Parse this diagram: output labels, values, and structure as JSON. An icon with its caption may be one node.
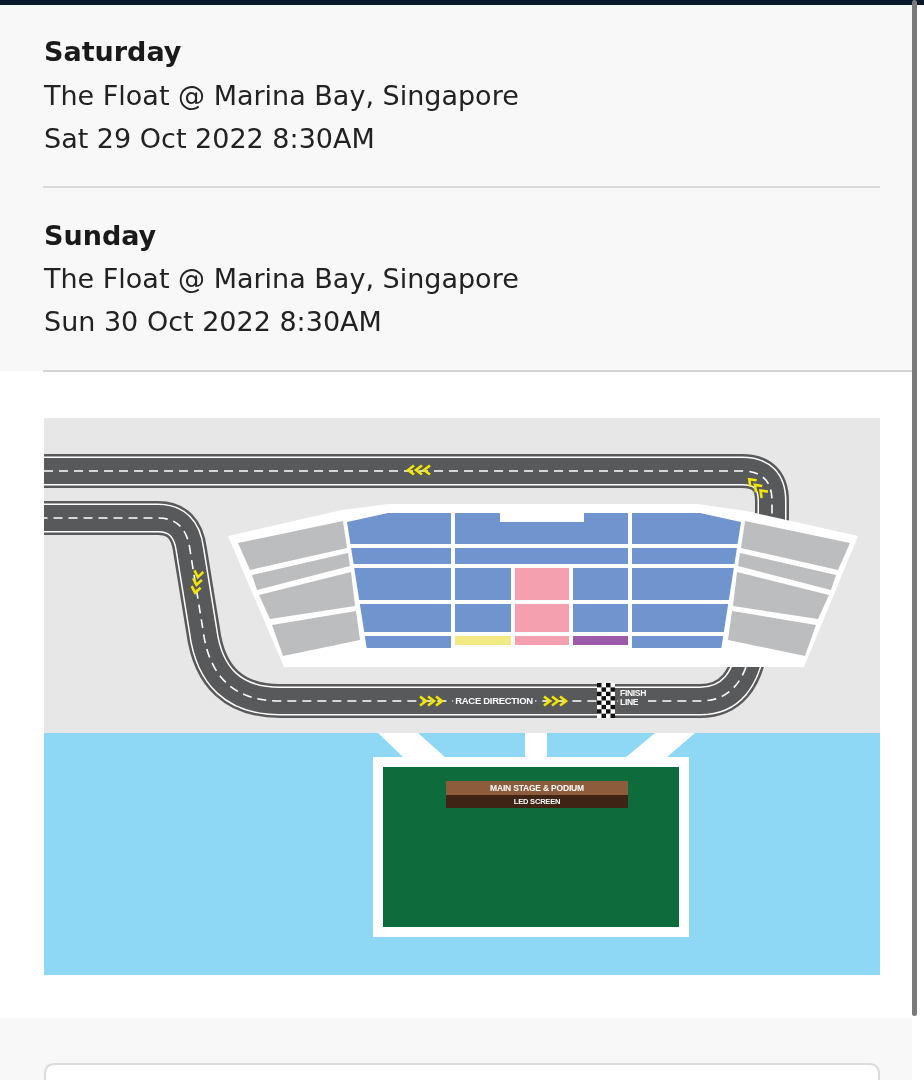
{
  "diagram": {
    "nodes": [
      {
        "text": [],
        "shape": "box"
      },
      {
        "text": [
          "MAIN STAGE & PODIUM"
        ],
        "in": 0
      },
      {
        "text": [
          "LED SCREEN"
        ],
        "in": 0
      }
    ],
    "labels": [
      "Saturday",
      "The Float @ Marina Bay, Singapore",
      "Sat 29 Oct 2022 8:30AM",
      "Sunday",
      "The Float @ Marina Bay, Singapore",
      "Sun 30 Oct 2022 8:30AM",
      "RACE DIRECTION",
      "FINISH LINE"
    ]
  }
}
